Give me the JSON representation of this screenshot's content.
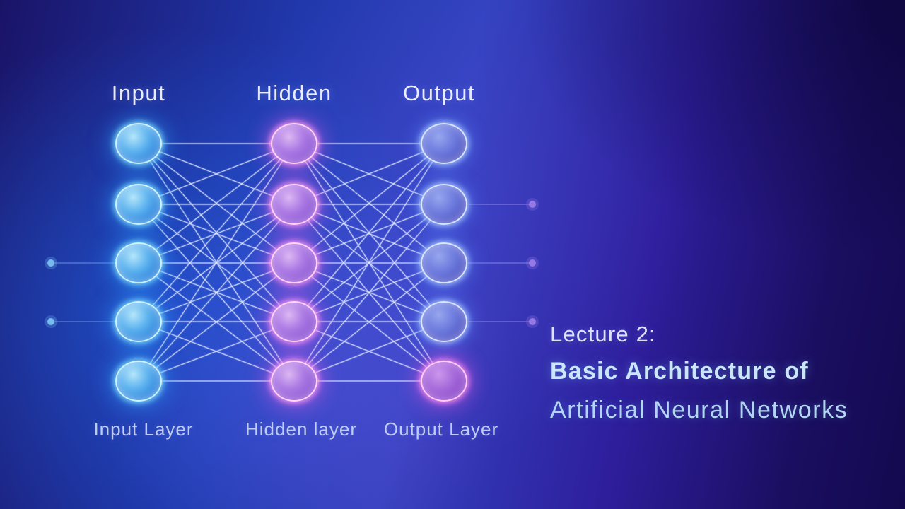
{
  "slide_title": {
    "line1": "Lecture 2:",
    "line2": "Basic Architecture of",
    "line3": "Artificial Neural Networks"
  },
  "diagram": {
    "layers": [
      {
        "id": "input",
        "title": "Input",
        "caption": "Input Layer",
        "nodes": [
          "blue",
          "blue",
          "blue",
          "blue",
          "blue"
        ]
      },
      {
        "id": "hidden",
        "title": "Hidden",
        "caption": "Hidden layer",
        "nodes": [
          "pink",
          "pink",
          "pink",
          "pink",
          "pink"
        ]
      },
      {
        "id": "output",
        "title": "Output",
        "caption": "Output Layer",
        "nodes": [
          "violet",
          "violet",
          "violet",
          "violet",
          "magenta"
        ]
      }
    ],
    "left_inbound_rows": [
      2,
      3
    ],
    "right_outbound_rows": [
      1,
      2,
      3
    ]
  },
  "colors": {
    "background_blue": "#2038ac",
    "background_indigo": "#2e1e9c",
    "input_node": "#5fb4ef",
    "hidden_node": "#ab7ae4",
    "output_node": "#6d7bde",
    "output_special_node": "#a569da",
    "connection_line": "#edf2ff",
    "left_dot": "#7cc0f2",
    "right_dot": "#9b7ce8"
  }
}
